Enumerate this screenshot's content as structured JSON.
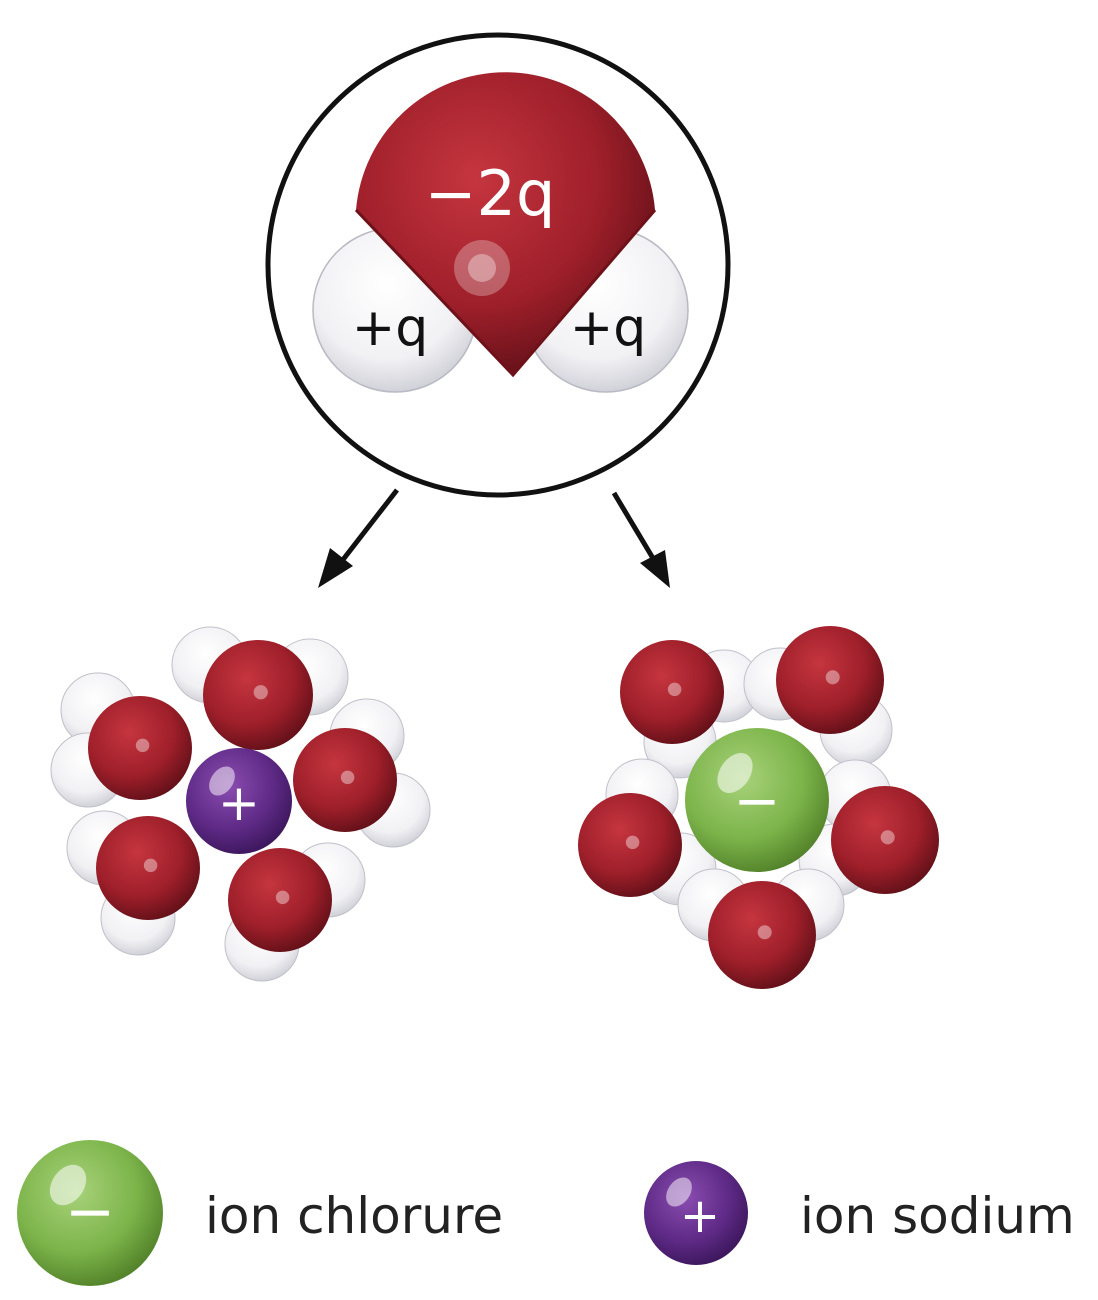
{
  "molecule": {
    "oxygen_charge": "−2q",
    "hydrogen_charge_left": "+q",
    "hydrogen_charge_right": "+q"
  },
  "clusters": {
    "sodium_center_sign": "+",
    "chloride_center_sign": "−"
  },
  "legend": {
    "chloride_sign": "−",
    "chloride_label": "ion chlorure",
    "sodium_sign": "+",
    "sodium_label": "ion sodium"
  },
  "colors": {
    "oxygen": "#9e1f2a",
    "hydrogen": "#f4f4f6",
    "sodium": "#5e2a86",
    "chloride": "#7cb44a",
    "outline": "#111111"
  }
}
